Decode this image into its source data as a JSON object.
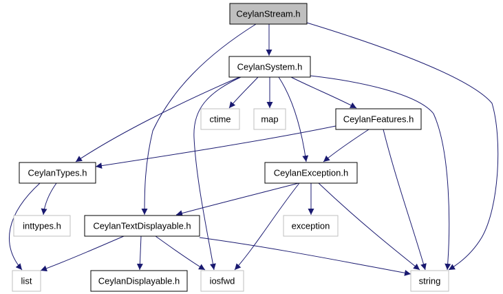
{
  "diagram": {
    "type": "include-dependency-graph",
    "colors": {
      "edge": "#191970",
      "root_fill": "#bfbfbf",
      "node_border": "#000000",
      "external_border": "#bfbfbf",
      "label": "#000000"
    },
    "nodes": [
      {
        "id": "ceylanstream",
        "label": "CeylanStream.h",
        "kind": "root"
      },
      {
        "id": "ceylansystem",
        "label": "CeylanSystem.h",
        "kind": "internal"
      },
      {
        "id": "ctime",
        "label": "ctime",
        "kind": "external"
      },
      {
        "id": "map",
        "label": "map",
        "kind": "external"
      },
      {
        "id": "ceylanfeatures",
        "label": "CeylanFeatures.h",
        "kind": "internal"
      },
      {
        "id": "ceylantypes",
        "label": "CeylanTypes.h",
        "kind": "internal"
      },
      {
        "id": "ceylanexception",
        "label": "CeylanException.h",
        "kind": "internal"
      },
      {
        "id": "inttypes",
        "label": "inttypes.h",
        "kind": "external"
      },
      {
        "id": "ceylantextdisplayable",
        "label": "CeylanTextDisplayable.h",
        "kind": "internal"
      },
      {
        "id": "exception",
        "label": "exception",
        "kind": "external"
      },
      {
        "id": "list",
        "label": "list",
        "kind": "external"
      },
      {
        "id": "ceylandisplayable",
        "label": "CeylanDisplayable.h",
        "kind": "internal"
      },
      {
        "id": "iosfwd",
        "label": "iosfwd",
        "kind": "external"
      },
      {
        "id": "string",
        "label": "string",
        "kind": "external"
      }
    ],
    "edges": [
      {
        "from": "ceylanstream",
        "to": "ceylansystem"
      },
      {
        "from": "ceylanstream",
        "to": "ceylantextdisplayable"
      },
      {
        "from": "ceylanstream",
        "to": "string"
      },
      {
        "from": "ceylansystem",
        "to": "ctime"
      },
      {
        "from": "ceylansystem",
        "to": "map"
      },
      {
        "from": "ceylansystem",
        "to": "ceylanfeatures"
      },
      {
        "from": "ceylansystem",
        "to": "ceylantypes"
      },
      {
        "from": "ceylansystem",
        "to": "ceylanexception"
      },
      {
        "from": "ceylansystem",
        "to": "iosfwd"
      },
      {
        "from": "ceylansystem",
        "to": "string"
      },
      {
        "from": "ceylanfeatures",
        "to": "ceylantypes"
      },
      {
        "from": "ceylanfeatures",
        "to": "ceylanexception"
      },
      {
        "from": "ceylanfeatures",
        "to": "string"
      },
      {
        "from": "ceylantypes",
        "to": "inttypes"
      },
      {
        "from": "ceylantypes",
        "to": "list"
      },
      {
        "from": "ceylanexception",
        "to": "ceylantextdisplayable"
      },
      {
        "from": "ceylanexception",
        "to": "exception"
      },
      {
        "from": "ceylanexception",
        "to": "iosfwd"
      },
      {
        "from": "ceylanexception",
        "to": "string"
      },
      {
        "from": "ceylantextdisplayable",
        "to": "list"
      },
      {
        "from": "ceylantextdisplayable",
        "to": "ceylandisplayable"
      },
      {
        "from": "ceylantextdisplayable",
        "to": "iosfwd"
      },
      {
        "from": "ceylantextdisplayable",
        "to": "string"
      }
    ]
  }
}
